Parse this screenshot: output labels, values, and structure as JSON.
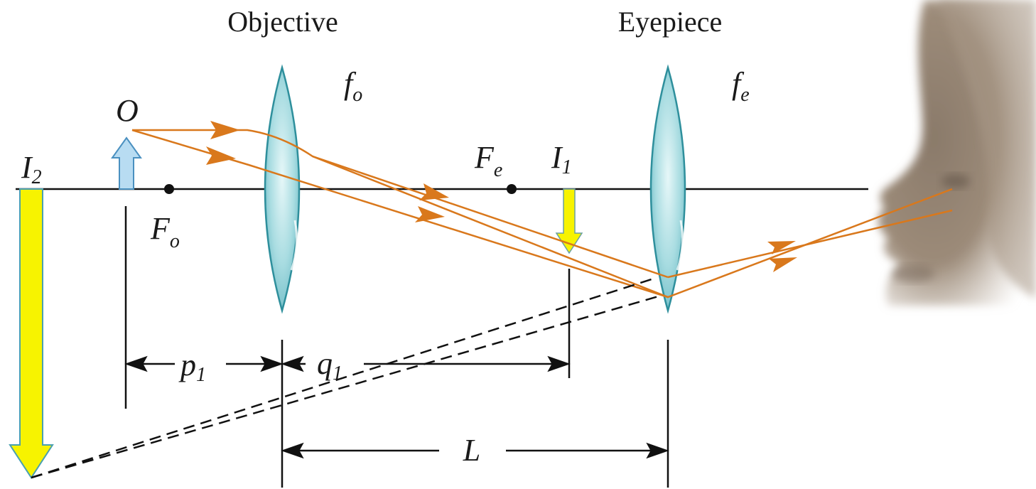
{
  "labels": {
    "objective": "Objective",
    "eyepiece": "Eyepiece",
    "f_o": {
      "main": "f",
      "sub": "o"
    },
    "f_e": {
      "main": "f",
      "sub": "e"
    },
    "O": "O",
    "I2": {
      "main": "I",
      "sub": "2"
    },
    "I1": {
      "main": "I",
      "sub": "1"
    },
    "F_o": {
      "main": "F",
      "sub": "o"
    },
    "F_e": {
      "main": "F",
      "sub": "e"
    },
    "p1": {
      "main": "p",
      "sub": "1"
    },
    "q1": {
      "main": "q",
      "sub": "1"
    },
    "L": "L"
  },
  "colors": {
    "ray": "#d9781c",
    "lens_fill": "#9fd6dc",
    "lens_stroke": "#2e8f9c",
    "object_arrow": "#b8dcf2",
    "image_arrow": "#f7f300",
    "axis": "#111111"
  },
  "icons": {
    "viewer": "human-face-profile-icon"
  }
}
